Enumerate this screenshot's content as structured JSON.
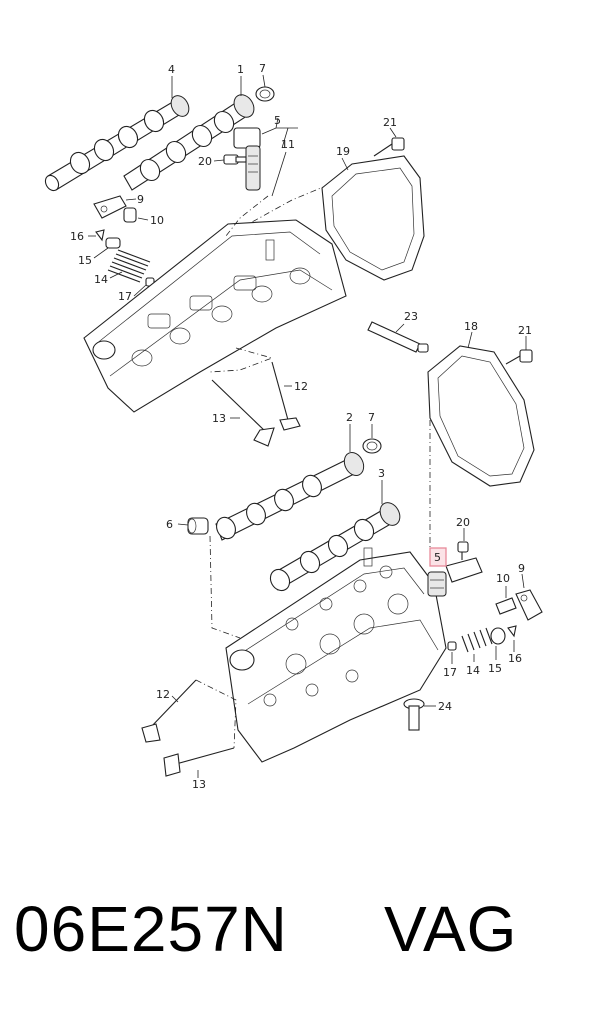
{
  "diagram": {
    "labels": {
      "l1": "1",
      "l2": "2",
      "l3": "3",
      "l4": "4",
      "l5a": "5",
      "l5b": "5",
      "l6": "6",
      "l7a": "7",
      "l7b": "7",
      "l9a": "9",
      "l9b": "9",
      "l10a": "10",
      "l10b": "10",
      "l11": "11",
      "l12a": "12",
      "l12b": "12",
      "l13a": "13",
      "l13b": "13",
      "l14a": "14",
      "l14b": "14",
      "l15a": "15",
      "l15b": "15",
      "l16a": "16",
      "l16b": "16",
      "l17a": "17",
      "l17b": "17",
      "l18": "18",
      "l19": "19",
      "l20a": "20",
      "l20b": "20",
      "l21a": "21",
      "l21b": "21",
      "l23": "23",
      "l24": "24"
    },
    "highlight_color": "#e88a9a"
  },
  "footer": {
    "part_number": "06E257N",
    "brand": "VAG"
  }
}
